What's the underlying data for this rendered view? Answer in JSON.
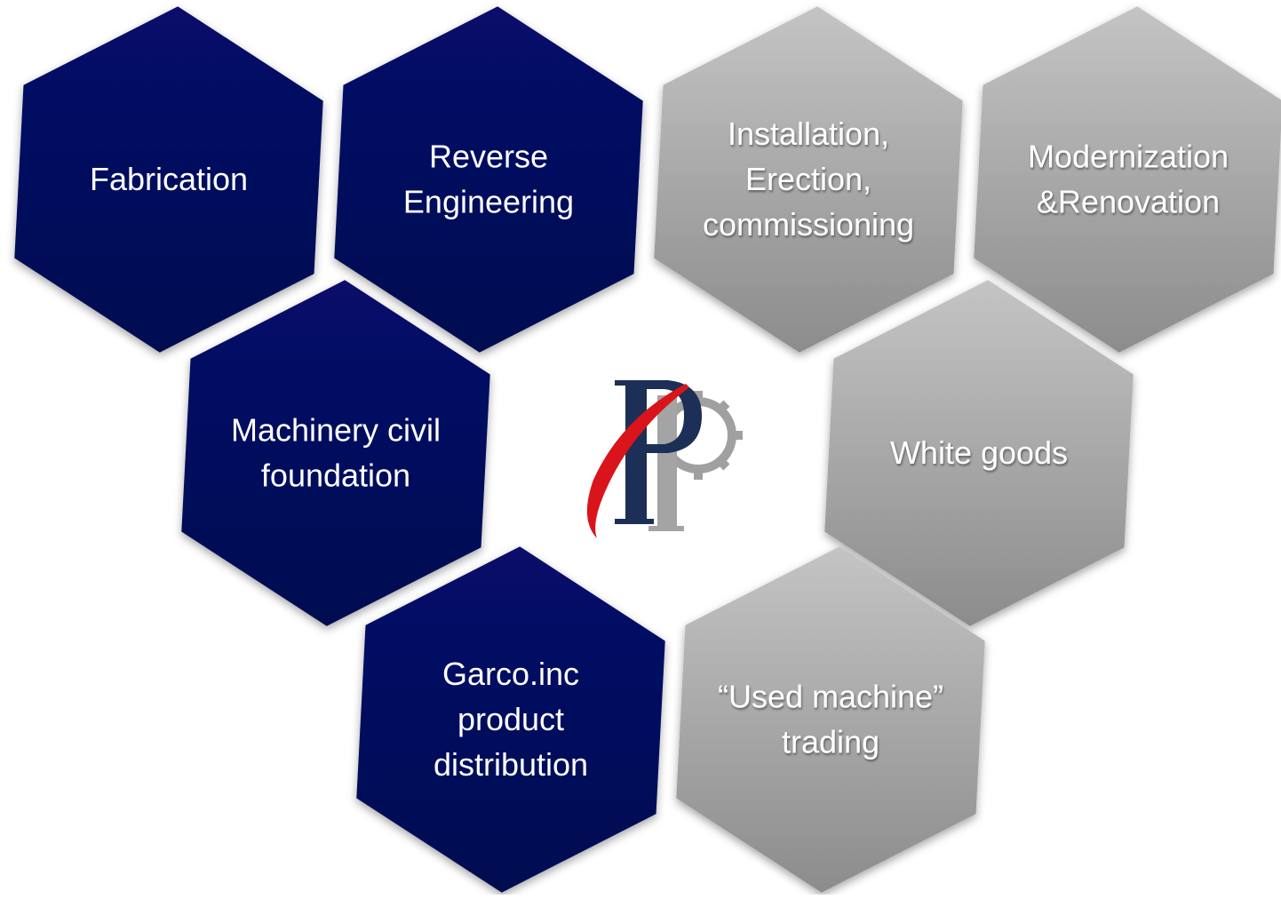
{
  "colors": {
    "navy": "#050a5c",
    "grey_light": "#bdbdbd",
    "grey_dark": "#8f8f8f",
    "logo_navy": "#1c2f57",
    "logo_grey": "#9a9a9a",
    "logo_red": "#d9141b"
  },
  "hexagons": [
    {
      "id": "fabrication",
      "theme": "navy",
      "lines": [
        "Fabrication"
      ]
    },
    {
      "id": "reverse-engineering",
      "theme": "navy",
      "lines": [
        "Reverse",
        "Engineering"
      ]
    },
    {
      "id": "installation",
      "theme": "grey",
      "lines": [
        "Installation,",
        "Erection,",
        "commissioning"
      ]
    },
    {
      "id": "modernization",
      "theme": "grey",
      "lines": [
        "Modernization",
        "&Renovation"
      ]
    },
    {
      "id": "machinery-civil",
      "theme": "navy",
      "lines": [
        "Machinery civil",
        "foundation"
      ]
    },
    {
      "id": "white-goods",
      "theme": "grey",
      "lines": [
        "White goods"
      ]
    },
    {
      "id": "garco",
      "theme": "navy",
      "lines": [
        "Garco.inc",
        "product",
        "distribution"
      ]
    },
    {
      "id": "used-machine",
      "theme": "grey",
      "lines": [
        "“Used machine”",
        "trading"
      ]
    }
  ],
  "logo": {
    "icon": "pp-gear-logo"
  }
}
